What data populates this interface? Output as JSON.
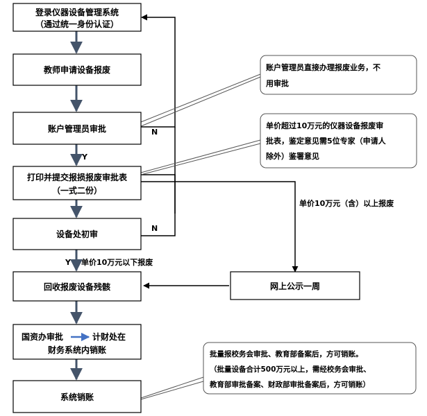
{
  "nodes": {
    "login": {
      "line1": "登录仪器设备管理系统",
      "line2": "（通过统一身份认证）"
    },
    "apply": {
      "label": "教师申请设备报废"
    },
    "account_admin": {
      "label": "账户管理员审批"
    },
    "print_submit": {
      "line1": "打印并提交报损报废审批表",
      "line2": "（一式二份）"
    },
    "preliminary": {
      "label": "设备处初审"
    },
    "recycle": {
      "label": "回收报废设备残骸"
    },
    "publicity": {
      "label": "网上公示一周"
    },
    "state_assets": {
      "part1": "国资办审批",
      "part2": "计财处在",
      "line2": "财务系统内销账"
    },
    "close_account": {
      "label": "系统销账"
    }
  },
  "notes": {
    "note1": {
      "line1": "账户管理员直接办理报废业务，不",
      "line2": "用审批"
    },
    "note2": {
      "line1": "单价超过10万元的仪器设备报废审",
      "line2": "批表，鉴定意见需5位专家（申请人",
      "line3": "除外）鉴署意见"
    },
    "note3": {
      "line1": "批量报校务会审批、教育部备案后，方可销账。",
      "line2": "（批量设备合计500万元以上，需经校务会审批、",
      "line3": "教育部审批备案、财政部审批备案后，方可销账）"
    }
  },
  "edge_labels": {
    "n1": "N",
    "y1": "Y",
    "n2": "N",
    "y2": "Y",
    "below_100k": "单价10万元以下报废",
    "above_100k": "单价10万元（含）以上报废"
  },
  "colors": {
    "box_stroke": "#000000",
    "main_arrow": "#44546a",
    "branch_line": "#000000",
    "inline_arrow": "#4472c4",
    "note_stroke": "#555555"
  }
}
